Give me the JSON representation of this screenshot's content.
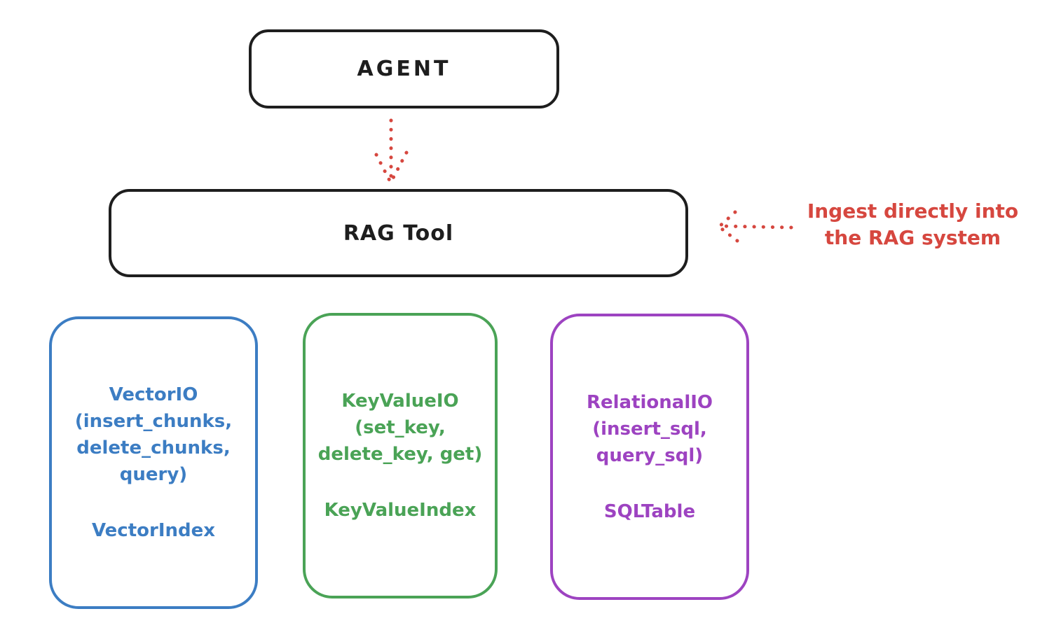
{
  "canvas": {
    "background": "#ffffff"
  },
  "colors": {
    "ink": "#1e1e1e",
    "red": "#d6473f",
    "blue": "#3c7dc3",
    "green": "#4aa356",
    "purple": "#9d43c1"
  },
  "agent_box": {
    "label": "AGENT"
  },
  "rag_box": {
    "label": "RAG Tool"
  },
  "annotation": {
    "text": "Ingest directly into\nthe RAG system"
  },
  "io_boxes": [
    {
      "name": "vector-io",
      "main": "VectorIO\n(insert_chunks,\ndelete_chunks,\nquery)",
      "index_label": "VectorIndex"
    },
    {
      "name": "keyvalue-io",
      "main": "KeyValueIO\n(set_key,\ndelete_key, get)",
      "index_label": "KeyValueIndex"
    },
    {
      "name": "relational-io",
      "main": "RelationalIO\n(insert_sql,\nquery_sql)",
      "index_label": "SQLTable"
    }
  ]
}
